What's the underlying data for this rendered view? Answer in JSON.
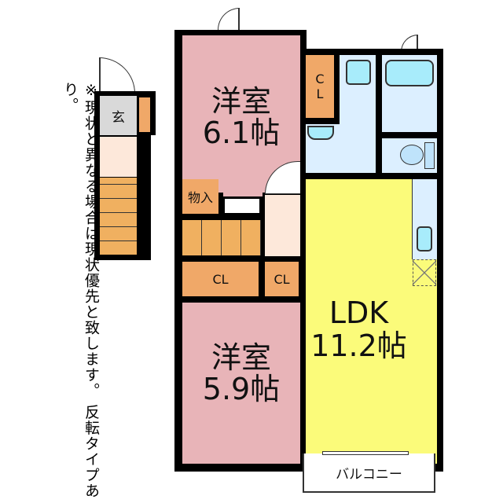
{
  "note": "※現状と異なる場合は現状優先と致します。 反転タイプあり。",
  "rooms": {
    "entrance": "玄",
    "bedroom1_name": "洋室",
    "bedroom1_size": "6.1帖",
    "storage": "物入",
    "closet1": "CL",
    "closet2": "CL",
    "closet3_line1": "C",
    "closet3_line2": "L",
    "bedroom2_name": "洋室",
    "bedroom2_size": "5.9帖",
    "ldk_name": "LDK",
    "ldk_size": "11.2帖",
    "balcony": "バルコニー"
  }
}
